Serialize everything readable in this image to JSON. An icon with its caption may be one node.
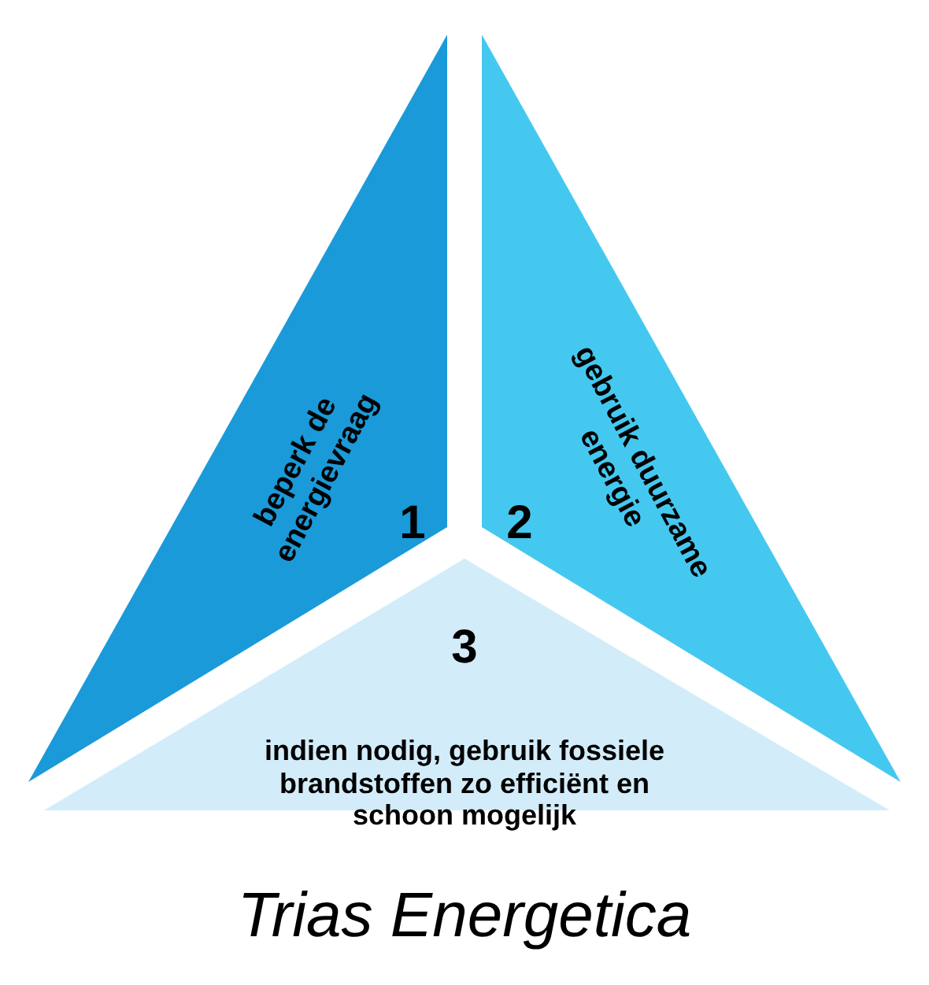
{
  "diagram": {
    "title": "Trias Energetica",
    "nodes": [
      {
        "text": [
          "beperk de energievraag",
          "1"
        ]
      },
      {
        "text": [
          "gebruik duurzame energie",
          "2"
        ]
      },
      {
        "text": [
          "3",
          "indien nodig, gebruik fossiele brandstoffen zo efficiënt en schoon mogelijk"
        ]
      }
    ],
    "edges": []
  }
}
